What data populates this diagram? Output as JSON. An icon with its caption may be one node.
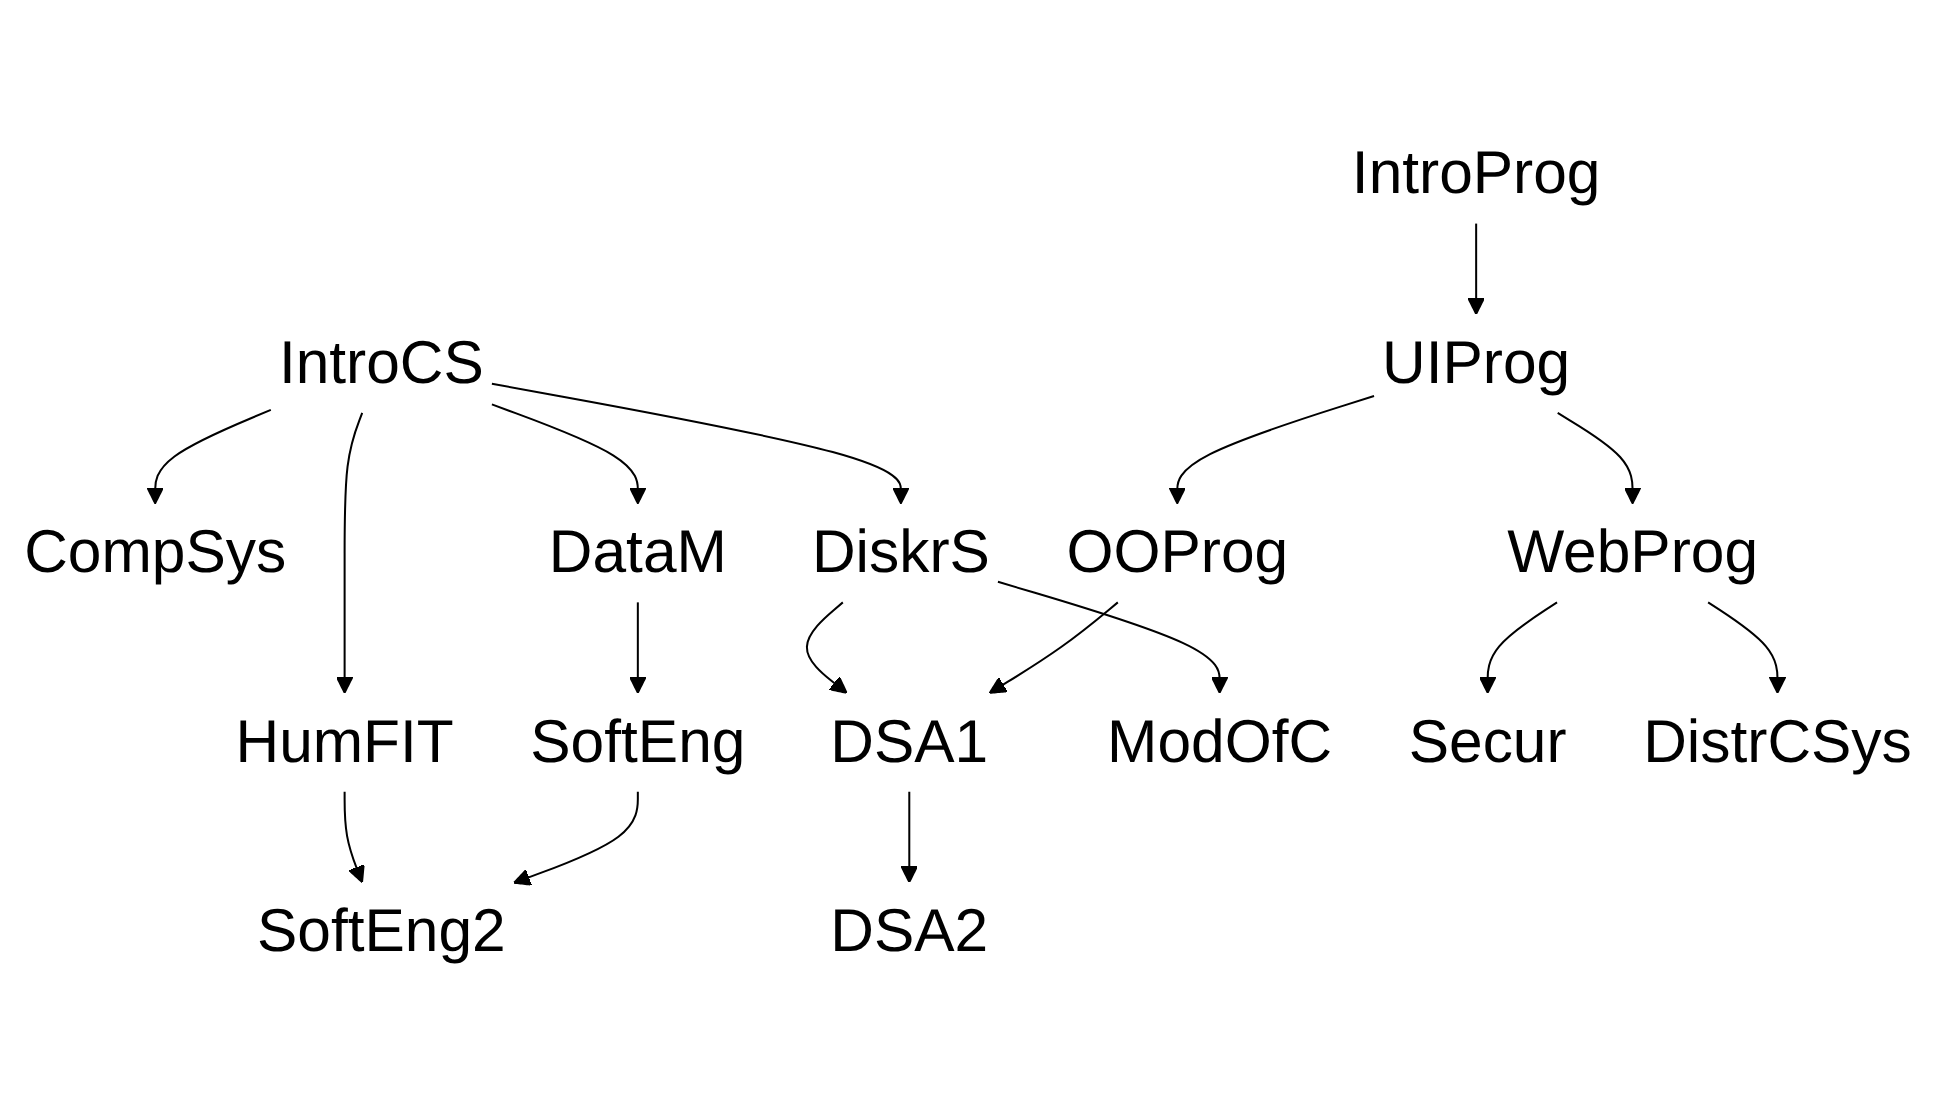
{
  "diagram": {
    "nodes": [
      {
        "text": [
          "IntroProg"
        ]
      },
      {
        "text": [
          "IntroCS"
        ]
      },
      {
        "text": [
          "UIProg"
        ]
      },
      {
        "text": [
          "CompSys"
        ]
      },
      {
        "text": [
          "DiskrS"
        ]
      },
      {
        "text": [
          "HumFIT"
        ]
      },
      {
        "text": [
          "OOProg"
        ]
      },
      {
        "text": [
          "DataM"
        ]
      },
      {
        "text": [
          "WebProg"
        ]
      },
      {
        "text": [
          "DSA1"
        ]
      },
      {
        "text": [
          "SoftEng"
        ]
      },
      {
        "text": [
          "ModOfC"
        ]
      },
      {
        "text": [
          "DSA2"
        ]
      },
      {
        "text": [
          "Secur"
        ]
      },
      {
        "text": [
          "DistrCSys"
        ]
      },
      {
        "text": [
          "SoftEng2"
        ]
      }
    ],
    "edges": [
      {
        "from": 0,
        "to": 2,
        "arrow": "to"
      },
      {
        "from": 1,
        "to": 4,
        "arrow": "to"
      },
      {
        "from": 1,
        "to": 3,
        "arrow": "to"
      },
      {
        "from": 1,
        "to": 7,
        "arrow": "to"
      },
      {
        "from": 1,
        "to": 5,
        "arrow": "to"
      },
      {
        "from": 2,
        "to": 6,
        "arrow": "to"
      },
      {
        "from": 2,
        "to": 8,
        "arrow": "to"
      },
      {
        "from": 4,
        "to": 9,
        "arrow": "to"
      },
      {
        "from": 4,
        "to": 11,
        "arrow": "to"
      },
      {
        "from": 6,
        "to": 9,
        "arrow": "to"
      },
      {
        "from": 7,
        "to": 10,
        "arrow": "to"
      },
      {
        "from": 5,
        "to": 15,
        "arrow": "to"
      },
      {
        "from": 8,
        "to": 13,
        "arrow": "to"
      },
      {
        "from": 8,
        "to": 14,
        "arrow": "to"
      },
      {
        "from": 9,
        "to": 12,
        "arrow": "to"
      },
      {
        "from": 10,
        "to": 15,
        "arrow": "to"
      }
    ]
  }
}
